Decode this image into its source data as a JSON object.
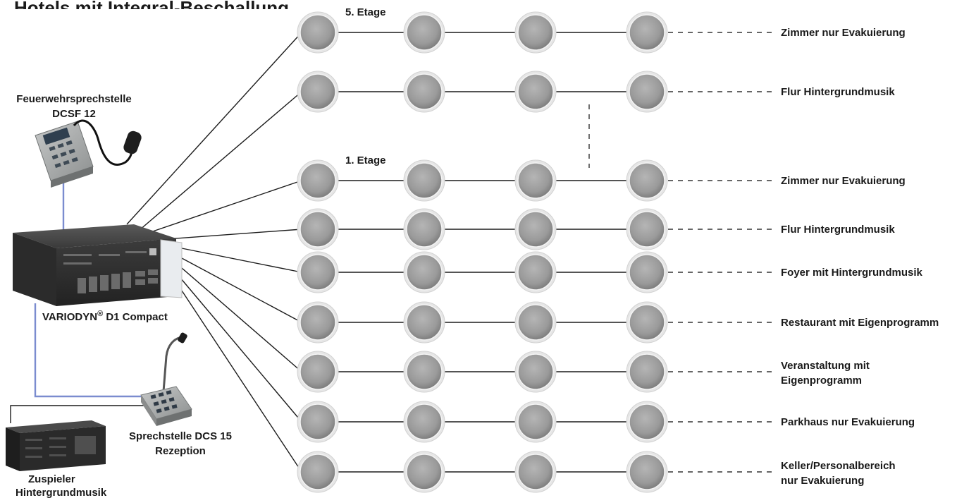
{
  "title_fragment": "Hotels mit Integral-Beschallung",
  "floor_labels": [
    "5. Etage",
    "1. Etage"
  ],
  "rows": [
    {
      "label_lines": [
        "Zimmer nur Evakuierung"
      ]
    },
    {
      "label_lines": [
        "Flur Hintergrundmusik"
      ]
    },
    {
      "label_lines": [
        "Zimmer nur Evakuierung"
      ]
    },
    {
      "label_lines": [
        "Flur Hintergrundmusik"
      ]
    },
    {
      "label_lines": [
        "Foyer mit Hintergrundmusik"
      ]
    },
    {
      "label_lines": [
        "Restaurant mit Eigenprogramm"
      ]
    },
    {
      "label_lines": [
        "Veranstaltung mit",
        "Eigenprogramm"
      ]
    },
    {
      "label_lines": [
        "Parkhaus nur Evakuierung"
      ]
    },
    {
      "label_lines": [
        "Keller/Personalbereich",
        "nur Evakuierung"
      ]
    }
  ],
  "devices": {
    "fire_station": {
      "line1": "Feuerwehrsprechstelle",
      "line2": "DCSF 12"
    },
    "main_unit": {
      "name": "VARIODYN",
      "reg": "®",
      "suffix": " D1 Compact"
    },
    "reception": {
      "line1": "Sprechstelle DCS 15",
      "line2": "Rezeption"
    },
    "player": {
      "line1": "Zuspieler",
      "line2": "Hintergrundmusik"
    }
  },
  "colors": {
    "speaker_fill": "#9a9a9a",
    "speaker_ring": "#e6e6e6",
    "wire": "#1c1c1c",
    "blue_cable": "#7b8ccf",
    "device_dark": "#2e2e2e"
  },
  "icons": [
    "speaker-icon",
    "fire-station-icon",
    "mixer-unit-icon",
    "microphone-station-icon",
    "player-rack-icon"
  ]
}
